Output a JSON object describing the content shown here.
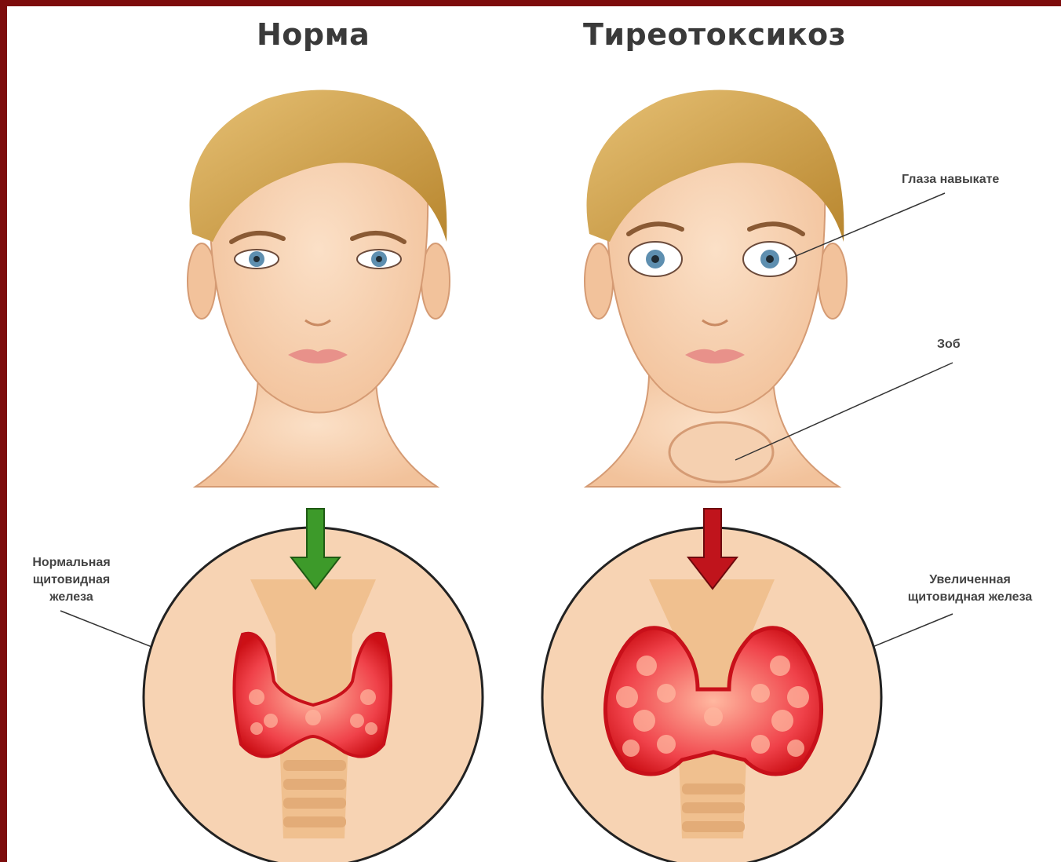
{
  "headings": {
    "normal": "Норма",
    "thyrotoxicosis": "Тиреотоксикоз"
  },
  "labels": {
    "normal_gland": [
      "Нормальная",
      "щитовидная",
      "железа"
    ],
    "eyes": "Глаза навыкате",
    "goiter": "Зоб",
    "enlarged_gland": [
      "Увеличенная",
      "щитовидная железа"
    ]
  },
  "colors": {
    "frame": "#7d0c0c",
    "skin": "#f7d3b3",
    "hair": "#c99a43",
    "thyroid": "#e8222a",
    "arrow_normal": "#3d9a2a",
    "arrow_disease": "#c0141c"
  }
}
